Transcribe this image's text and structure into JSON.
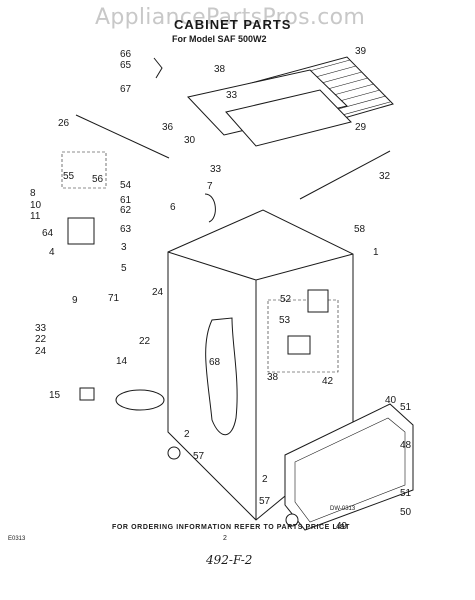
{
  "watermark": "AppliancePartsPros.com",
  "title": "CABINET PARTS",
  "subtitle": "For Model SAF 500W2",
  "footer": "FOR ORDERING INFORMATION REFER TO PARTS PRICE LIST",
  "footer_code": "E0313",
  "page_number": "2",
  "handwritten": "492-F-2",
  "diagram_code": "DW-0313",
  "callouts": [
    "66",
    "65",
    "67",
    "38",
    "39",
    "33",
    "36",
    "30",
    "29",
    "26",
    "33",
    "32",
    "7",
    "6",
    "55",
    "56",
    "54",
    "8",
    "61",
    "10",
    "62",
    "11",
    "63",
    "64",
    "3",
    "4",
    "5",
    "9",
    "58",
    "1",
    "24",
    "71",
    "22",
    "33",
    "22",
    "24",
    "14",
    "15",
    "52",
    "53",
    "68",
    "42",
    "38",
    "40",
    "51",
    "48",
    "2",
    "57",
    "2",
    "57",
    "51",
    "50",
    "49"
  ]
}
